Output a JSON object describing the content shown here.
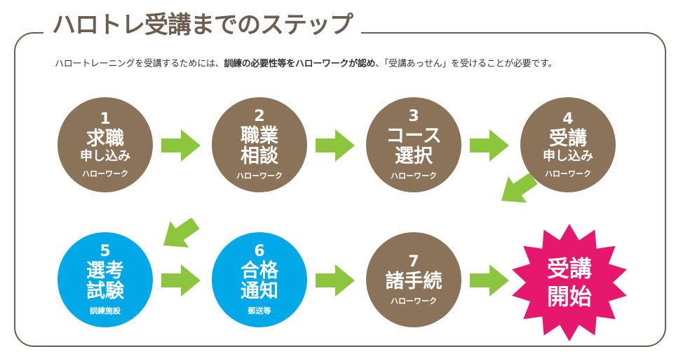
{
  "header": {
    "title": "ハロトレ受講までのステップ",
    "subtitle_pre": "ハロートレーニングを受講するためには、",
    "subtitle_bold": "訓練の必要性等をハローワークが認め",
    "subtitle_post": "、「受講あっせん」を受けることが必要です。"
  },
  "steps": [
    {
      "num": "1",
      "main": "求職",
      "sub": "申し込み",
      "note": "ハローワーク"
    },
    {
      "num": "2",
      "main1": "職業",
      "main2": "相談",
      "note": "ハローワーク"
    },
    {
      "num": "3",
      "main1": "コース",
      "main2": "選択",
      "note": "ハローワーク"
    },
    {
      "num": "4",
      "main": "受講",
      "sub": "申し込み",
      "note": "ハローワーク"
    },
    {
      "num": "5",
      "main1": "選考",
      "main2": "試験",
      "note": "訓練施設"
    },
    {
      "num": "6",
      "main1": "合格",
      "main2": "通知",
      "note": "郵送等"
    },
    {
      "num": "7",
      "main": "諸手続",
      "note": "ハローワーク"
    }
  ],
  "final": {
    "line1": "受講",
    "line2": "開始"
  },
  "colors": {
    "brown": "#8a7358",
    "blue": "#00a8e8",
    "pink": "#e5186e",
    "arrow_green": "#8cc63f",
    "frame": "#6b5d4f"
  }
}
